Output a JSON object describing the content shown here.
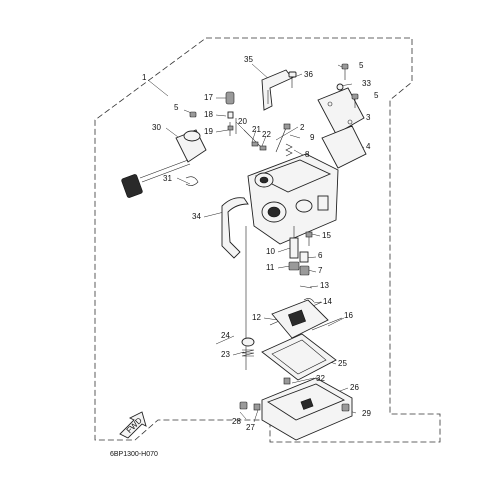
{
  "diagram": {
    "code": "6BP1300-H070",
    "fwd_label": "FWD",
    "callouts": [
      "1",
      "2",
      "3",
      "4",
      "5",
      "5",
      "5",
      "6",
      "7",
      "8",
      "9",
      "10",
      "11",
      "12",
      "13",
      "14",
      "15",
      "16",
      "17",
      "18",
      "19",
      "20",
      "21",
      "22",
      "23",
      "24",
      "25",
      "26",
      "27",
      "28",
      "29",
      "30",
      "31",
      "32",
      "33",
      "34",
      "35",
      "36"
    ]
  }
}
